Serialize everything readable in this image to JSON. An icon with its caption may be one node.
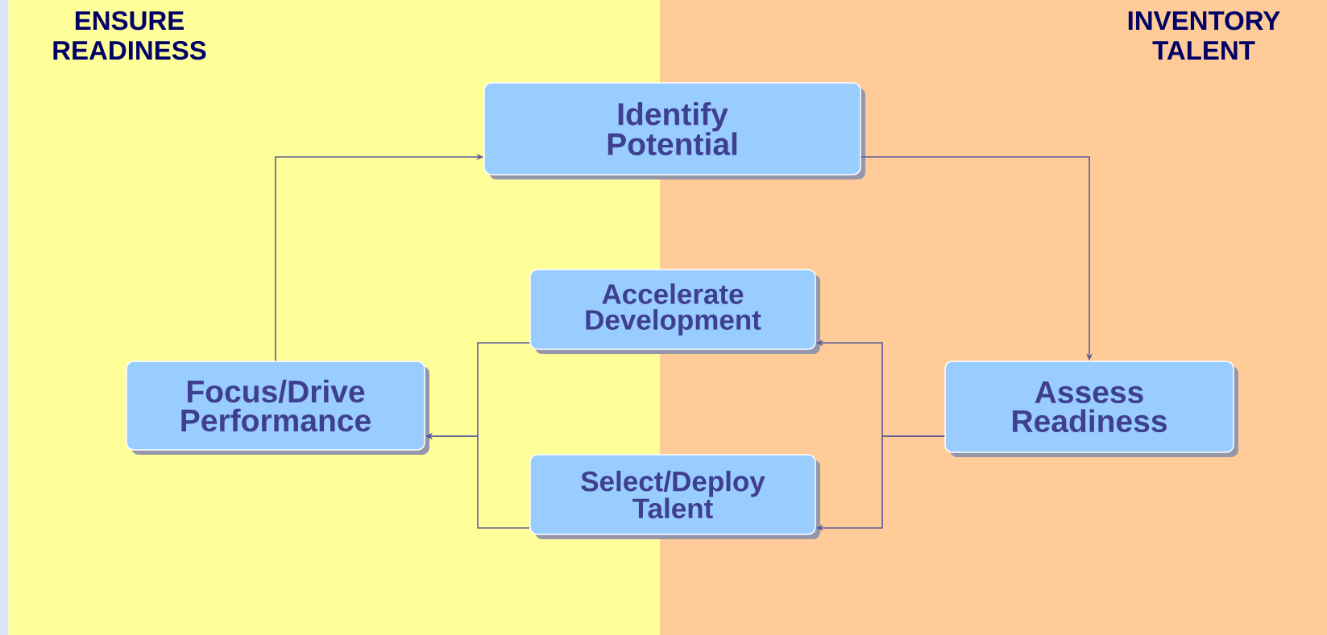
{
  "diagram": {
    "nodes": [
      {
        "text": [
          "ENSURE READINESS"
        ]
      },
      {
        "text": [
          "INVENTORY TALENT"
        ]
      },
      {
        "text": [
          "Identify Potential"
        ]
      },
      {
        "text": [
          "Accelerate Development"
        ]
      },
      {
        "text": [
          "Focus/Drive Performance"
        ],
        "in": 0
      },
      {
        "text": [
          "Assess Readiness"
        ],
        "in": 1
      },
      {
        "text": [
          "Select/Deploy Talent"
        ]
      }
    ],
    "edges": [
      {
        "from": 4,
        "to": 2,
        "arrow": "to"
      },
      {
        "from": 2,
        "to": 5,
        "arrow": "to"
      },
      {
        "from": 5,
        "to": 3,
        "arrow": "to"
      },
      {
        "from": 5,
        "to": 6,
        "arrow": "to"
      },
      {
        "from": 3,
        "to": 4,
        "arrow": "to"
      },
      {
        "from": 6,
        "to": 4,
        "arrow": "to"
      }
    ]
  }
}
